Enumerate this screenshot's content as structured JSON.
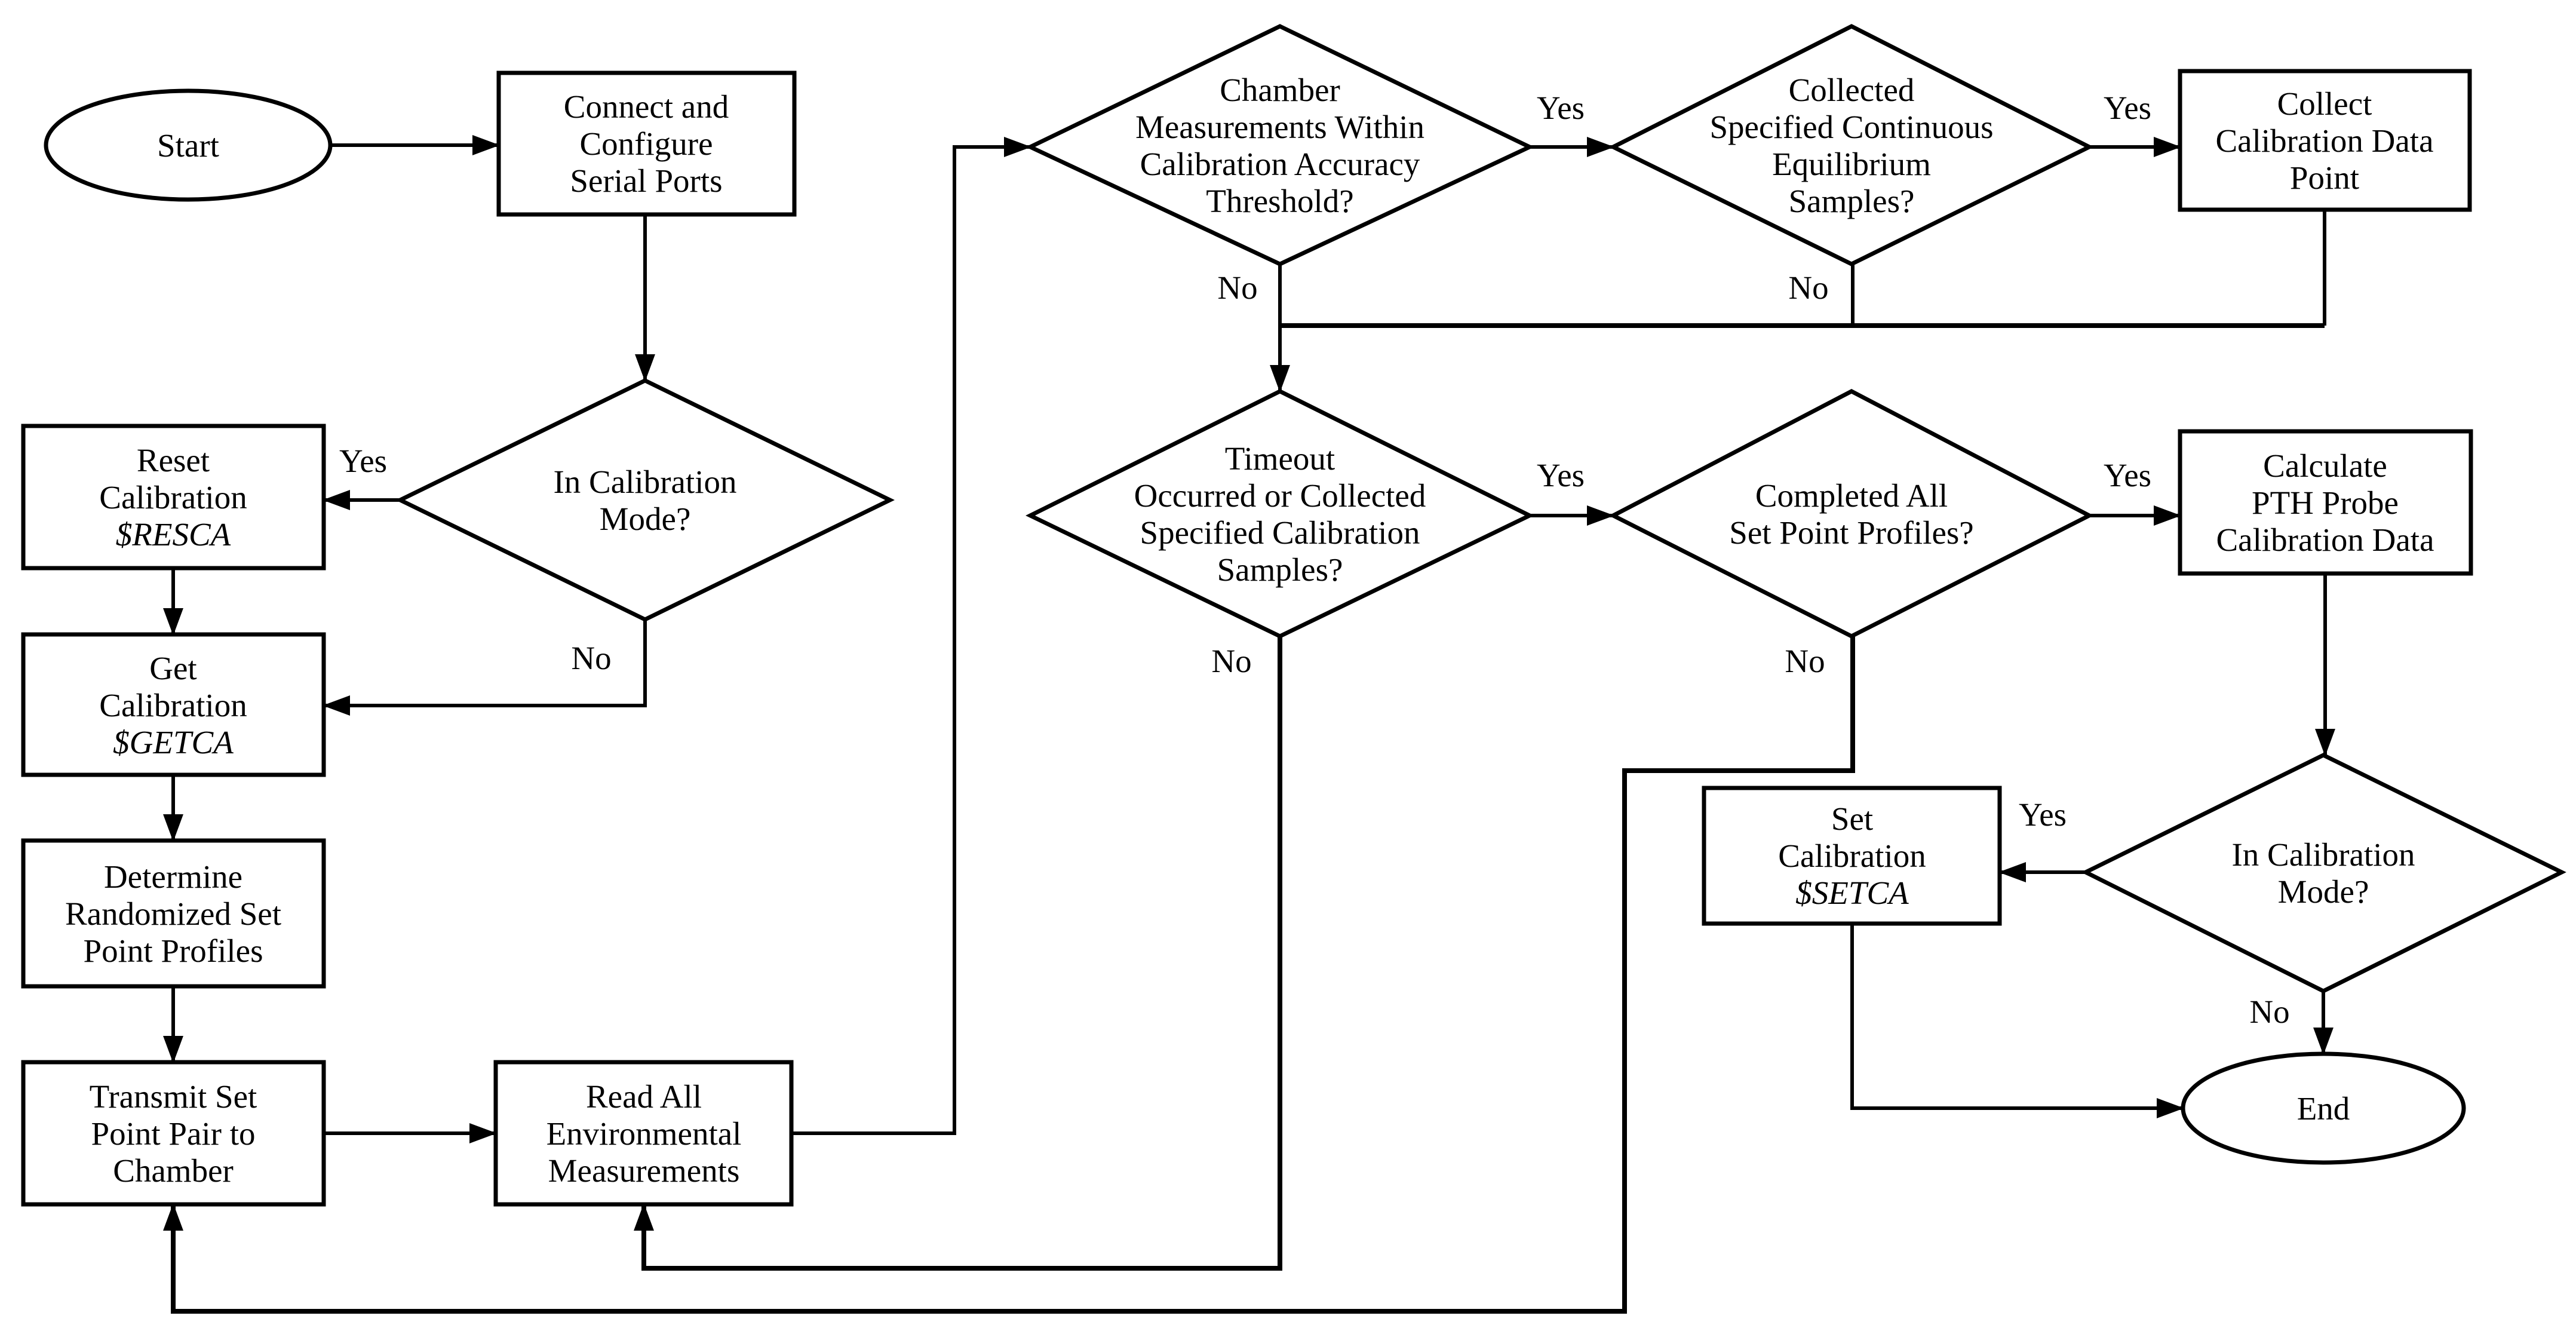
{
  "nodes": {
    "start": {
      "shape": "ellipse",
      "lines": [
        "Start"
      ]
    },
    "connect_serial": {
      "shape": "process",
      "lines": [
        "Connect and",
        "Configure",
        "Serial Ports"
      ]
    },
    "chamber_within_threshold": {
      "shape": "decision",
      "lines": [
        "Chamber",
        "Measurements Within",
        "Calibration Accuracy",
        "Threshold?"
      ]
    },
    "collected_equilibrium": {
      "shape": "decision",
      "lines": [
        "Collected",
        "Specified Continuous",
        "Equilibrium",
        "Samples?"
      ]
    },
    "collect_data_point": {
      "shape": "process",
      "lines": [
        "Collect",
        "Calibration Data",
        "Point"
      ]
    },
    "reset_calibration": {
      "shape": "process",
      "lines": [
        "Reset",
        "Calibration"
      ],
      "command": "$RESCA"
    },
    "in_calibration_mode_1": {
      "shape": "decision",
      "lines": [
        "In Calibration",
        "Mode?"
      ]
    },
    "get_calibration": {
      "shape": "process",
      "lines": [
        "Get",
        "Calibration"
      ],
      "command": "$GETCA"
    },
    "determine_profiles": {
      "shape": "process",
      "lines": [
        "Determine",
        "Randomized Set",
        "Point Profiles"
      ]
    },
    "transmit_set_point": {
      "shape": "process",
      "lines": [
        "Transmit Set",
        "Point Pair to",
        "Chamber"
      ]
    },
    "read_measurements": {
      "shape": "process",
      "lines": [
        "Read All",
        "Environmental",
        "Measurements"
      ]
    },
    "timeout_or_collected": {
      "shape": "decision",
      "lines": [
        "Timeout",
        "Occurred or Collected",
        "Specified Calibration",
        "Samples?"
      ]
    },
    "completed_profiles": {
      "shape": "decision",
      "lines": [
        "Completed All",
        "Set Point Profiles?"
      ]
    },
    "calculate_pth": {
      "shape": "process",
      "lines": [
        "Calculate",
        "PTH Probe",
        "Calibration Data"
      ]
    },
    "set_calibration": {
      "shape": "process",
      "lines": [
        "Set",
        "Calibration"
      ],
      "command": "$SETCA"
    },
    "in_calibration_mode_2": {
      "shape": "decision",
      "lines": [
        "In Calibration",
        "Mode?"
      ]
    },
    "end": {
      "shape": "ellipse",
      "lines": [
        "End"
      ]
    }
  },
  "edges": [
    {
      "from": "start",
      "to": "connect_serial",
      "label": ""
    },
    {
      "from": "connect_serial",
      "to": "in_calibration_mode_1",
      "label": ""
    },
    {
      "from": "in_calibration_mode_1",
      "to": "reset_calibration",
      "label": "Yes"
    },
    {
      "from": "in_calibration_mode_1",
      "to": "get_calibration",
      "label": "No"
    },
    {
      "from": "reset_calibration",
      "to": "get_calibration",
      "label": ""
    },
    {
      "from": "get_calibration",
      "to": "determine_profiles",
      "label": ""
    },
    {
      "from": "determine_profiles",
      "to": "transmit_set_point",
      "label": ""
    },
    {
      "from": "transmit_set_point",
      "to": "read_measurements",
      "label": ""
    },
    {
      "from": "read_measurements",
      "to": "chamber_within_threshold",
      "label": ""
    },
    {
      "from": "chamber_within_threshold",
      "to": "collected_equilibrium",
      "label": "Yes"
    },
    {
      "from": "chamber_within_threshold",
      "to": "timeout_or_collected",
      "label": "No"
    },
    {
      "from": "collected_equilibrium",
      "to": "collect_data_point",
      "label": "Yes"
    },
    {
      "from": "collected_equilibrium",
      "to": "timeout_or_collected",
      "label": "No"
    },
    {
      "from": "collect_data_point",
      "to": "timeout_or_collected",
      "label": ""
    },
    {
      "from": "timeout_or_collected",
      "to": "completed_profiles",
      "label": "Yes"
    },
    {
      "from": "timeout_or_collected",
      "to": "read_measurements",
      "label": "No"
    },
    {
      "from": "completed_profiles",
      "to": "calculate_pth",
      "label": "Yes"
    },
    {
      "from": "completed_profiles",
      "to": "transmit_set_point",
      "label": "No"
    },
    {
      "from": "calculate_pth",
      "to": "in_calibration_mode_2",
      "label": ""
    },
    {
      "from": "in_calibration_mode_2",
      "to": "set_calibration",
      "label": "Yes"
    },
    {
      "from": "in_calibration_mode_2",
      "to": "end",
      "label": "No"
    },
    {
      "from": "set_calibration",
      "to": "end",
      "label": ""
    }
  ]
}
